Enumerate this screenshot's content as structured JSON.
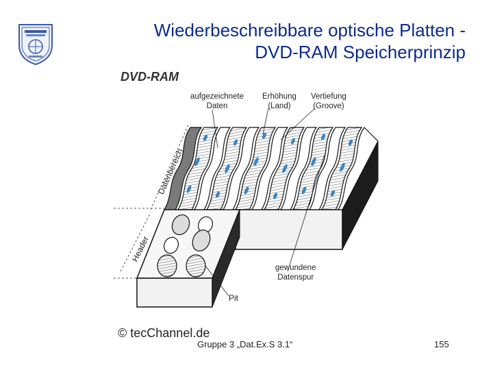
{
  "title": {
    "line1": "Wiederbeschreibbare optische Platten -",
    "line2": "DVD-RAM Speicherprinzip"
  },
  "figure": {
    "heading": "DVD-RAM",
    "labels": {
      "recorded_data_1": "aufgezeichnete",
      "recorded_data_2": "Daten",
      "land_1": "Erhöhung",
      "land_2": "(Land)",
      "groove_1": "Vertiefung",
      "groove_2": "(Groove)",
      "data_area": "Datenbereich",
      "header": "Header",
      "track_1": "gewundene",
      "track_2": "Datenspur",
      "pit": "Pit"
    },
    "copyright": "© tecChannel.de"
  },
  "footer": {
    "group": "Gruppe 3 „Dat.Ex.S 3.1“",
    "page": "155"
  },
  "colors": {
    "title": "#0b2c8c",
    "dots": "#3a86c8",
    "dark_ridge": "#7a7a7a"
  }
}
